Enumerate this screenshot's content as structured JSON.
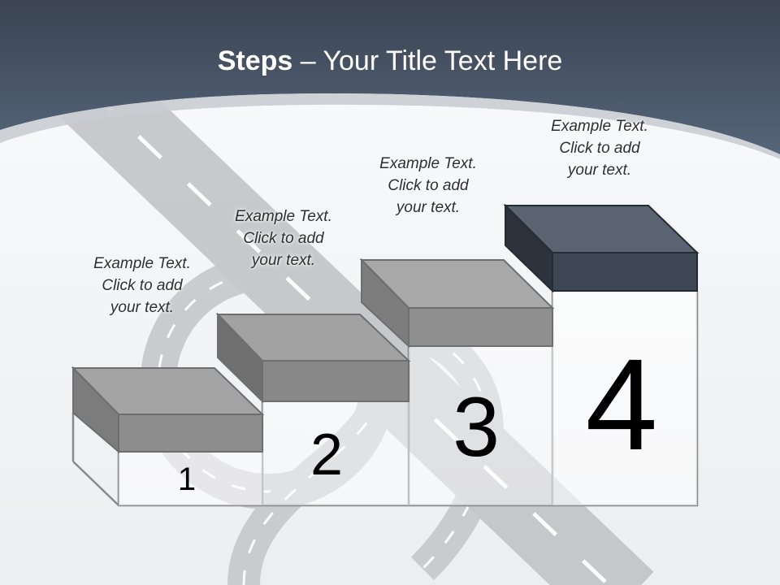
{
  "slide": {
    "title_bold": "Steps",
    "title_rest": " – Your Title Text Here",
    "colors": {
      "header": "#4b596a",
      "block_gray": "#8c8c8c",
      "block_dark": "#3c4552",
      "road": "#b9bbbf"
    }
  },
  "steps": [
    {
      "number": "1",
      "text": [
        "Example Text.",
        "Click  to add",
        "your text."
      ]
    },
    {
      "number": "2",
      "text": [
        "Example Text.",
        "Click  to add",
        "your text."
      ]
    },
    {
      "number": "3",
      "text": [
        "Example Text.",
        "Click  to add",
        "your text."
      ]
    },
    {
      "number": "4",
      "text": [
        "Example Text.",
        "Click  to add",
        "your text."
      ]
    }
  ]
}
